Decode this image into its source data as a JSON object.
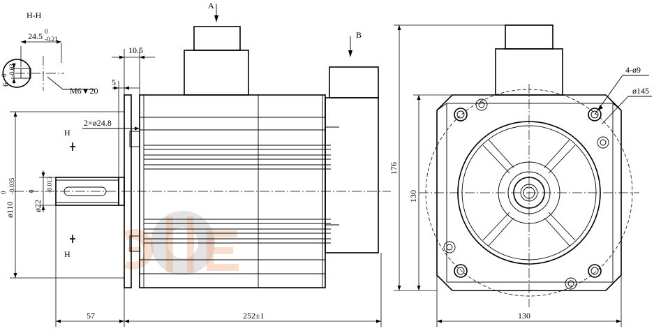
{
  "section": {
    "title": "H-H",
    "width_dim": "24.5",
    "width_tol_upper": "0",
    "width_tol_lower": "-0.21",
    "key_dim": "6",
    "key_tol_upper": "0",
    "key_tol_lower": "-0.03",
    "thread_label": "M6▼20"
  },
  "side_view": {
    "view_arrow_a": "A",
    "view_arrow_b": "B",
    "flange_dim": "10.5",
    "pilot_dim": "5",
    "holes_dim": "2×ø24.8",
    "section_mark_top": "H",
    "section_mark_bottom": "H",
    "pilot_dia": "ø110",
    "pilot_tol_upper": "0",
    "pilot_tol_lower": "-0.035",
    "shaft_dia": "ø22",
    "shaft_tol_upper": "0",
    "shaft_tol_lower": "-0.013",
    "shaft_length_dim": "57",
    "body_length_dim": "252±1"
  },
  "front_view": {
    "holes_label": "4-ø9",
    "pcd_label": "ø145",
    "height_dim": "176",
    "square_dim": "130",
    "width_dim": "130"
  }
}
